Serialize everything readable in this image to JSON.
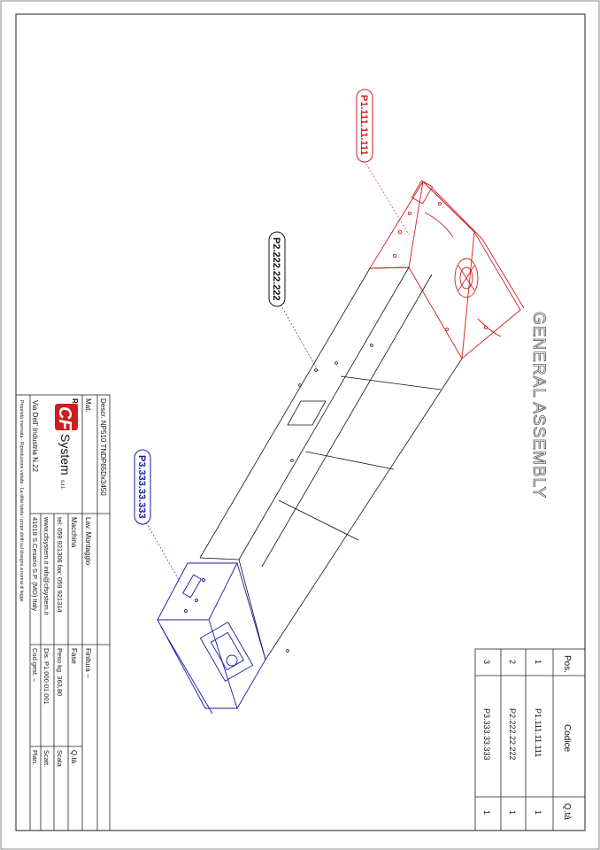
{
  "drawing": {
    "title": "GENERAL ASSEMBLY",
    "colors": {
      "part1": "#cc1f1f",
      "part2": "#111111",
      "part3": "#1a1aa6",
      "frame": "#222222"
    },
    "callouts": [
      {
        "text": "P1.111.11.111",
        "color": "#cc1f1f"
      },
      {
        "text": "P2.222.22.222",
        "color": "#111111"
      },
      {
        "text": "P3.333.33.333",
        "color": "#1a1aa6"
      }
    ]
  },
  "bom": {
    "headers": {
      "pos": "Pos.",
      "codice": "Codice",
      "qta": "Q.tà"
    },
    "rows": [
      {
        "pos": "1",
        "codice": "P1.111.11.111",
        "qta": "1"
      },
      {
        "pos": "2",
        "codice": "P2.222.22.222",
        "qta": "1"
      },
      {
        "pos": "3",
        "codice": "P3.333.33.333",
        "qta": "1"
      }
    ]
  },
  "titleblock": {
    "descr": "Descr. NP510 TNDP65Dx3450",
    "mat": "Mat.",
    "rif": "Rif.",
    "lav": "Lav. Montaggio",
    "finitura": "Finitura –",
    "macchina": "Macchina",
    "fase": "Fase",
    "qta": "Q.tà",
    "tel": "tel: 059 921306   fax: 059 921314",
    "peso": "Peso kg.  363,80",
    "scala": "Scala",
    "web": "www.cfsystem.it  info@cfsystem.it",
    "dis": "Dis.  P1.000.01.001",
    "scatt": "Scatt.",
    "addr1": "Via Dell' Industria N.22",
    "addr2": "41018 S.Cesario S.P. (MO) Italy",
    "codgest": "Cod.gest. –",
    "plan": "Plan.",
    "prop": "Proprietà riservata - Riproduzione vietata - La ditta tutela i propri diritti sul disegno a norma di legge",
    "logo_letters": "CF",
    "logo_word": "System",
    "logo_srl": "s.r.l."
  }
}
